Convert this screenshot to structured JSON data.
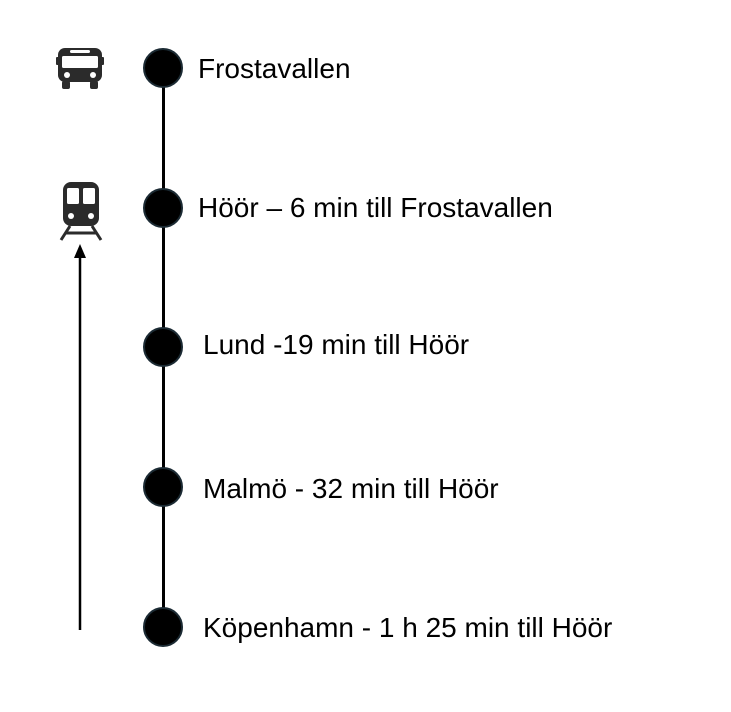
{
  "icons": {
    "top": "bus-icon",
    "second": "train-icon"
  },
  "stops": [
    {
      "label": "Frostavallen"
    },
    {
      "label": "Höör – 6 min till Frostavallen"
    },
    {
      "label": "Lund -19 min till Höör"
    },
    {
      "label": "Malmö - 32 min till Höör"
    },
    {
      "label": "Köpenhamn - 1 h 25 min till Höör"
    }
  ],
  "colors": {
    "line": "#000000",
    "dot": "#000000",
    "dot_border": "#1b2a33",
    "icon": "#2b2b2b"
  }
}
